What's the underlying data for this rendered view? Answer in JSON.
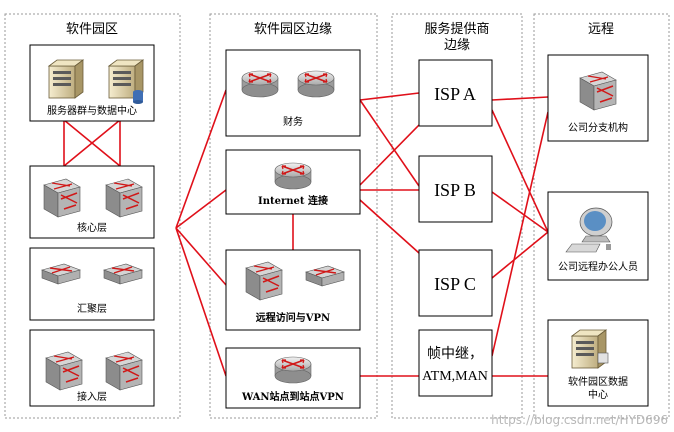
{
  "zones": {
    "campus": "软件园区",
    "edge": "软件园区边缘",
    "provider_line1": "服务提供商",
    "provider_line2": "边缘",
    "remote": "远程"
  },
  "campus_blocks": {
    "server_farm": "服务器群与数据中心",
    "core": "核心层",
    "distribution": "汇聚层",
    "access": "接入层"
  },
  "edge_blocks": {
    "finance": "财务",
    "internet": "Internet 连接",
    "remote_vpn": "远程访问与VPN",
    "wan_vpn": "WAN站点到站点VPN"
  },
  "isp_blocks": {
    "isp_a": "ISP A",
    "isp_b": "ISP B",
    "isp_c": "ISP C",
    "frame_line1": "帧中继，",
    "frame_line2": "ATM,MAN"
  },
  "remote_blocks": {
    "branch": "公司分支机构",
    "teleworker": "公司远程办公人员",
    "dc_line1": "软件园区数据",
    "dc_line2": "中心"
  },
  "watermark": "https://blog.csdn.net/HYD696",
  "colors": {
    "link": "#e0101a",
    "zone_border": "#9a9a9a",
    "router": "#c8c8c8"
  }
}
